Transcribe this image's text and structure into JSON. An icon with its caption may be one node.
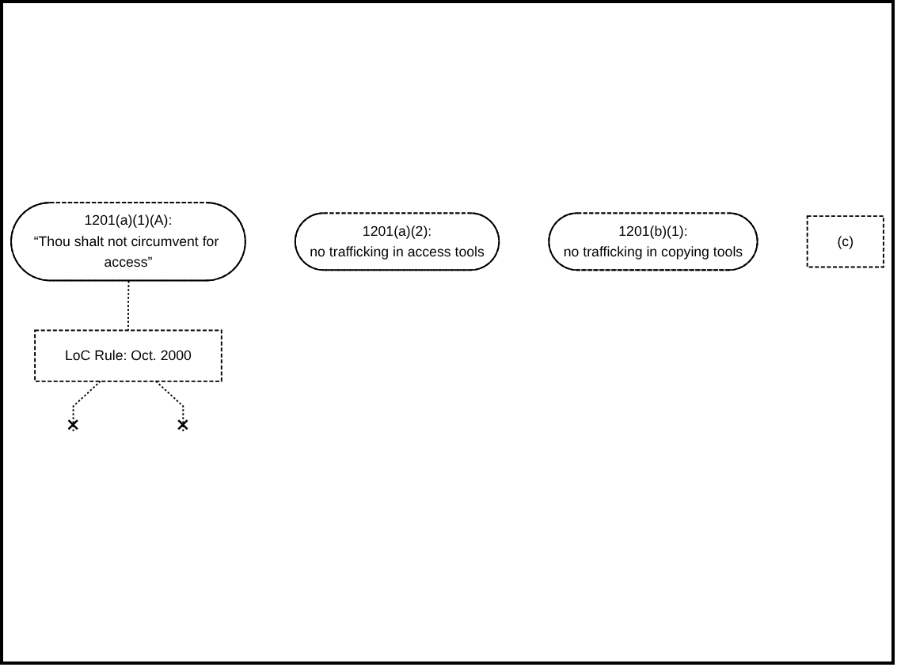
{
  "diagram": {
    "nodes": [
      {
        "text": [
          "1201(a)(1)(A):",
          "“Thou shalt not circumvent for access”"
        ]
      },
      {
        "text": [
          "1201(a)(2):",
          "no trafficking in access tools"
        ]
      },
      {
        "text": [
          "1201(b)(1):",
          "no trafficking in copying tools"
        ]
      },
      {
        "text": [
          "LoC Rule: Oct. 2000"
        ]
      },
      {
        "text": [
          "(c)"
        ]
      }
    ],
    "edges": [
      {
        "from": 0,
        "to": 3,
        "arrow": "none",
        "style": "dashed"
      },
      {
        "from": 3,
        "to": null,
        "arrow": "other",
        "style": "dashed"
      },
      {
        "from": 3,
        "to": null,
        "arrow": "other",
        "style": "dashed"
      }
    ]
  }
}
